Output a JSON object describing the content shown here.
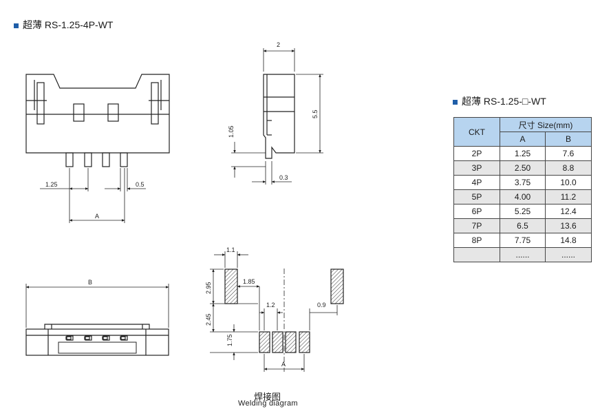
{
  "page": {
    "title": "超薄 RS-1.25-4P-WT"
  },
  "front_view": {
    "dim_pitch": "1.25",
    "dim_pin": "0.5",
    "dim_a": "A"
  },
  "side_view": {
    "dim_top": "2",
    "dim_height": "5.5",
    "dim_left": "1.05",
    "dim_bottom": "0.3"
  },
  "bottom_view": {
    "dim_b": "B"
  },
  "welding": {
    "dim_pad_w": "1.1",
    "dim_pad_h": "2.95",
    "dim_gap": "1.85",
    "dim_row_gap": "2.45",
    "dim_pad_pitch": "1.2",
    "dim_pad_side": "0.9",
    "dim_small_h": "1.75",
    "dim_a": "A",
    "caption_cn": "焊接图",
    "caption_en": "Welding diagram"
  },
  "size_table": {
    "title": "超薄 RS-1.25-□-WT",
    "header_ckt": "CKT",
    "header_size": "尺寸 Size(mm)",
    "header_a": "A",
    "header_b": "B",
    "rows": [
      {
        "ckt": "2P",
        "a": "1.25",
        "b": "7.6"
      },
      {
        "ckt": "3P",
        "a": "2.50",
        "b": "8.8"
      },
      {
        "ckt": "4P",
        "a": "3.75",
        "b": "10.0"
      },
      {
        "ckt": "5P",
        "a": "4.00",
        "b": "11.2"
      },
      {
        "ckt": "6P",
        "a": "5.25",
        "b": "12.4"
      },
      {
        "ckt": "7P",
        "a": "6.5",
        "b": "13.6"
      },
      {
        "ckt": "8P",
        "a": "7.75",
        "b": "14.8"
      },
      {
        "ckt": "",
        "a": "......",
        "b": "......"
      }
    ]
  }
}
